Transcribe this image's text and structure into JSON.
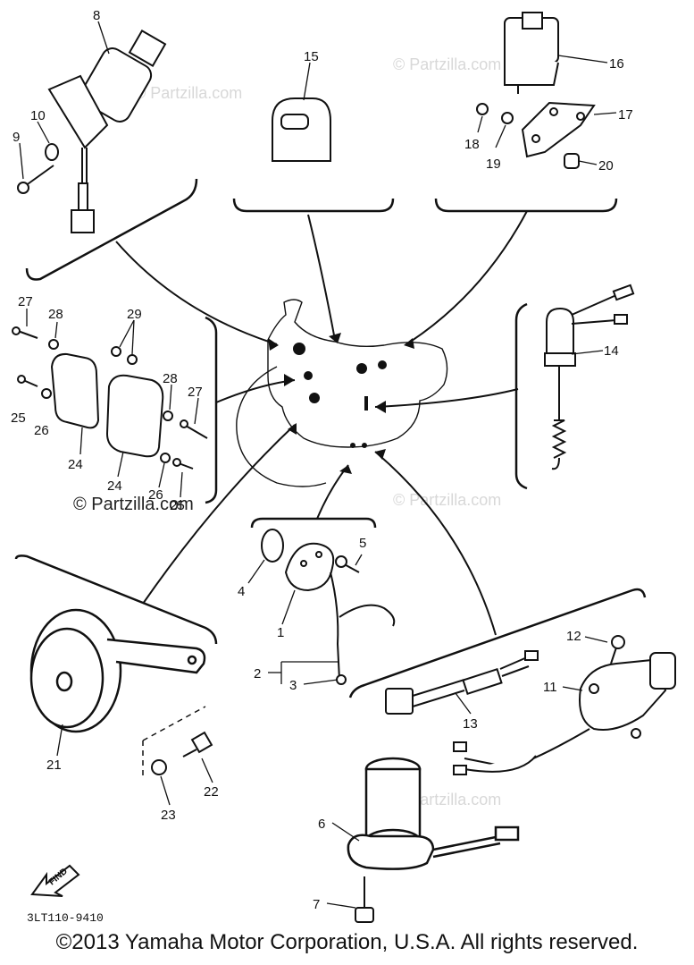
{
  "watermark": "© Partzilla.com",
  "diagram_code": "3LT110-9410",
  "find_label": "FIND",
  "copyright": "©2013 Yamaha Motor Corporation, U.S.A. All rights reserved.",
  "callouts": {
    "c1": "1",
    "c2": "2",
    "c3": "3",
    "c4": "4",
    "c5": "5",
    "c6": "6",
    "c7": "7",
    "c8": "8",
    "c9": "9",
    "c10": "10",
    "c11": "11",
    "c12": "12",
    "c13": "13",
    "c14": "14",
    "c15": "15",
    "c16": "16",
    "c17": "17",
    "c18": "18",
    "c19": "19",
    "c20": "20",
    "c21": "21",
    "c22": "22",
    "c23": "23",
    "c24a": "24",
    "c24b": "24",
    "c25a": "25",
    "c25b": "25",
    "c26a": "26",
    "c26b": "26",
    "c27a": "27",
    "c27b": "27",
    "c28a": "28",
    "c28b": "28",
    "c29": "29"
  }
}
